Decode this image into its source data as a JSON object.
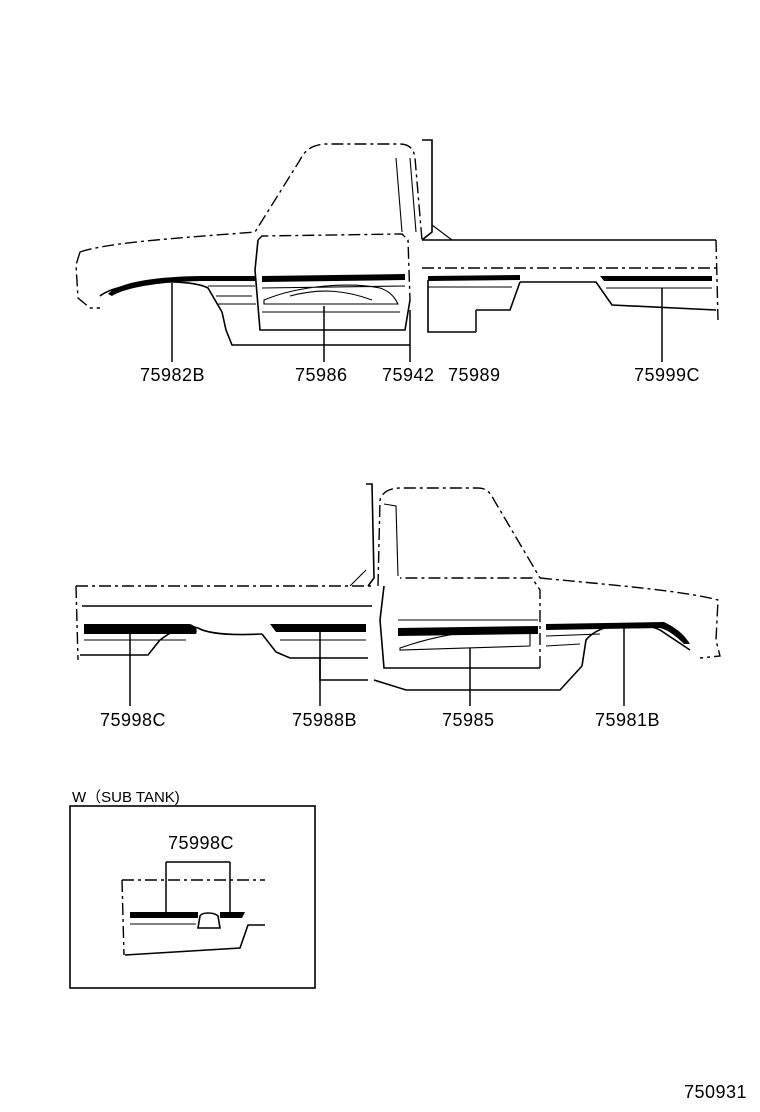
{
  "upper_view": {
    "labels": [
      "75982B",
      "75986",
      "75942",
      "75989",
      "75999C"
    ]
  },
  "lower_view": {
    "labels": [
      "75998C",
      "75988B",
      "75985",
      "75981B"
    ]
  },
  "detail": {
    "title": "W（SUB TANK)",
    "label": "75998C"
  },
  "figure_number": "750931"
}
